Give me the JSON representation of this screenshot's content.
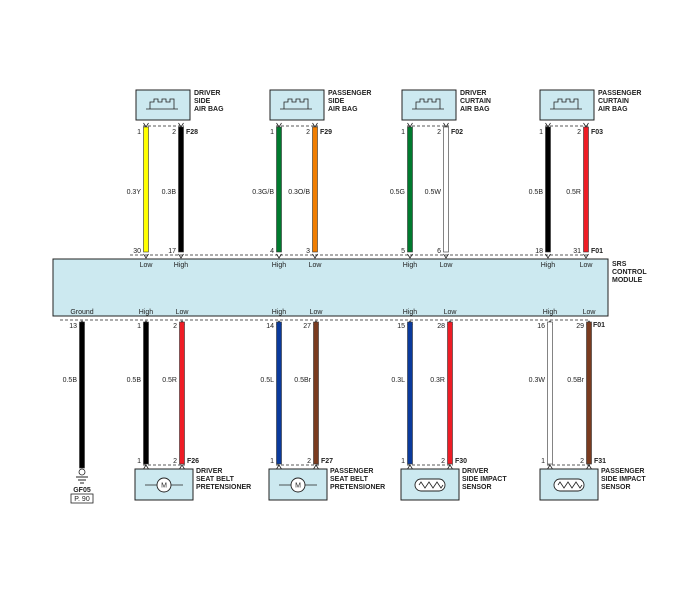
{
  "colors": {
    "component_fill": "#cce9f0",
    "outline": "#222222",
    "wire_yellow": "#ffff00",
    "wire_black": "#000000",
    "wire_green": "#007a2e",
    "wire_orange": "#f07d00",
    "wire_white": "#ffffff",
    "wire_red": "#ee1c25",
    "wire_blue": "#0a3a9c",
    "wire_brown": "#7a3b1f"
  },
  "module": {
    "name_lines": [
      "SRS",
      "CONTROL",
      "MODULE"
    ],
    "top_connector": "F01",
    "bottom_connector": "F01"
  },
  "top_components": [
    {
      "name_lines": [
        "DRIVER",
        "SIDE",
        "AIR BAG"
      ],
      "connector": "F28",
      "pins": [
        "1",
        "2"
      ],
      "wires": [
        {
          "label": "0.3Y",
          "color": "#ffff00",
          "module_pin": "30",
          "signal": "Low"
        },
        {
          "label": "0.3B",
          "color": "#000000",
          "module_pin": "17",
          "signal": "High"
        }
      ]
    },
    {
      "name_lines": [
        "PASSENGER",
        "SIDE",
        "AIR BAG"
      ],
      "connector": "F29",
      "pins": [
        "1",
        "2"
      ],
      "wires": [
        {
          "label": "0.3G/B",
          "color": "#007a2e",
          "module_pin": "4",
          "signal": "High"
        },
        {
          "label": "0.3O/B",
          "color": "#f07d00",
          "module_pin": "3",
          "signal": "Low"
        }
      ]
    },
    {
      "name_lines": [
        "DRIVER",
        "CURTAIN",
        "AIR BAG"
      ],
      "connector": "F02",
      "pins": [
        "1",
        "2"
      ],
      "wires": [
        {
          "label": "0.5G",
          "color": "#007a2e",
          "module_pin": "5",
          "signal": "High"
        },
        {
          "label": "0.5W",
          "color": "#ffffff",
          "module_pin": "6",
          "signal": "Low"
        }
      ]
    },
    {
      "name_lines": [
        "PASSENGER",
        "CURTAIN",
        "AIR BAG"
      ],
      "connector": "F03",
      "pins": [
        "1",
        "2"
      ],
      "wires": [
        {
          "label": "0.5B",
          "color": "#000000",
          "module_pin": "18",
          "signal": "High"
        },
        {
          "label": "0.5R",
          "color": "#ee1c25",
          "module_pin": "31",
          "signal": "Low"
        }
      ]
    }
  ],
  "ground": {
    "signal": "Ground",
    "module_pin": "13",
    "wire_label": "0.5B",
    "wire_color": "#000000",
    "ground_name": "GF05",
    "page_ref": "P. 90"
  },
  "bottom_components": [
    {
      "name_lines": [
        "DRIVER",
        "SEAT BELT",
        "PRETENSIONER"
      ],
      "connector": "F26",
      "symbol": "motor",
      "symbol_text": "M",
      "pins": [
        "1",
        "2"
      ],
      "wires": [
        {
          "label": "0.5B",
          "color": "#000000",
          "module_pin": "1",
          "signal": "High"
        },
        {
          "label": "0.5R",
          "color": "#ee1c25",
          "module_pin": "2",
          "signal": "Low"
        }
      ]
    },
    {
      "name_lines": [
        "PASSENGER",
        "SEAT BELT",
        "PRETENSIONER"
      ],
      "connector": "F27",
      "symbol": "motor",
      "symbol_text": "M",
      "pins": [
        "1",
        "2"
      ],
      "wires": [
        {
          "label": "0.5L",
          "color": "#0a3a9c",
          "module_pin": "14",
          "signal": "High"
        },
        {
          "label": "0.5Br",
          "color": "#7a3b1f",
          "module_pin": "27",
          "signal": "Low"
        }
      ]
    },
    {
      "name_lines": [
        "DRIVER",
        "SIDE IMPACT",
        "SENSOR"
      ],
      "connector": "F30",
      "symbol": "sensor",
      "pins": [
        "1",
        "2"
      ],
      "wires": [
        {
          "label": "0.3L",
          "color": "#0a3a9c",
          "module_pin": "15",
          "signal": "High"
        },
        {
          "label": "0.3R",
          "color": "#ee1c25",
          "module_pin": "28",
          "signal": "Low"
        }
      ]
    },
    {
      "name_lines": [
        "PASSENGER",
        "SIDE IMPACT",
        "SENSOR"
      ],
      "connector": "F31",
      "symbol": "sensor",
      "pins": [
        "1",
        "2"
      ],
      "wires": [
        {
          "label": "0.3W",
          "color": "#ffffff",
          "module_pin": "16",
          "signal": "High"
        },
        {
          "label": "0.5Br",
          "color": "#7a3b1f",
          "module_pin": "29",
          "signal": "Low"
        }
      ]
    }
  ]
}
